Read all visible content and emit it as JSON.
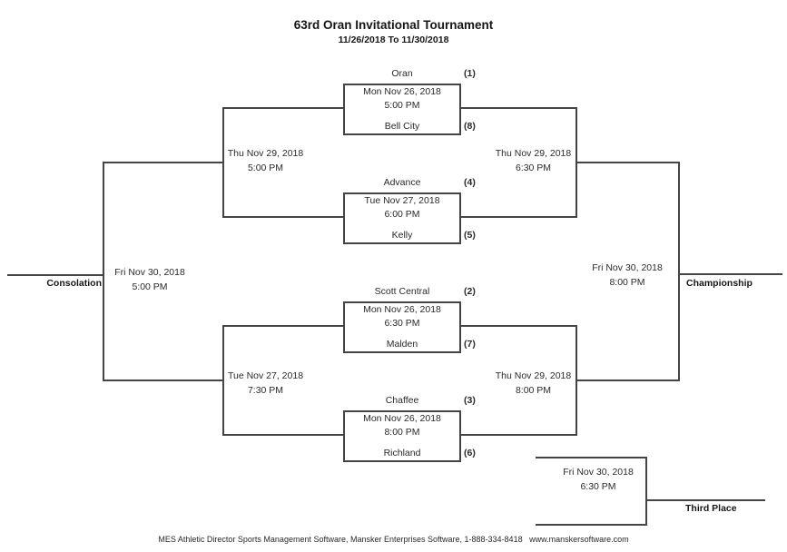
{
  "page": {
    "background_color": "#ffffff",
    "line_color": "#454545",
    "text_color": "#2a2a2a"
  },
  "header": {
    "title": "63rd Oran Invitational Tournament",
    "date_range": "11/26/2018 To 11/30/2018"
  },
  "bracket": {
    "first_round": [
      {
        "top_team": "Oran",
        "top_seed": "(1)",
        "bottom_team": "Bell City",
        "bottom_seed": "(8)",
        "date": "Mon Nov 26, 2018",
        "time": "5:00 PM"
      },
      {
        "top_team": "Advance",
        "top_seed": "(4)",
        "bottom_team": "Kelly",
        "bottom_seed": "(5)",
        "date": "Tue Nov 27, 2018",
        "time": "6:00 PM"
      },
      {
        "top_team": "Scott Central",
        "top_seed": "(2)",
        "bottom_team": "Malden",
        "bottom_seed": "(7)",
        "date": "Mon Nov 26, 2018",
        "time": "6:30 PM"
      },
      {
        "top_team": "Chaffee",
        "top_seed": "(3)",
        "bottom_team": "Richland",
        "bottom_seed": "(6)",
        "date": "Mon Nov 26, 2018",
        "time": "8:00 PM"
      }
    ],
    "rounds": {
      "winners_semi_top": {
        "date": "Thu Nov 29, 2018",
        "time": "6:30 PM"
      },
      "winners_semi_bottom": {
        "date": "Thu Nov 29, 2018",
        "time": "8:00 PM"
      },
      "consolation_semi_top": {
        "date": "Thu Nov 29, 2018",
        "time": "5:00 PM"
      },
      "consolation_semi_bottom": {
        "date": "Tue Nov 27, 2018",
        "time": "7:30 PM"
      },
      "championship": {
        "date": "Fri Nov 30, 2018",
        "time": "8:00 PM",
        "label": "Championship"
      },
      "consolation": {
        "date": "Fri Nov 30, 2018",
        "time": "5:00 PM",
        "label": "Consolation"
      },
      "third_place": {
        "date": "Fri Nov 30, 2018",
        "time": "6:30 PM",
        "label": "Third Place"
      }
    }
  },
  "footer": {
    "text": "MES Athletic Director Sports Management Software, Mansker Enterprises Software, 1-888-334-8418   www.manskersoftware.com"
  }
}
